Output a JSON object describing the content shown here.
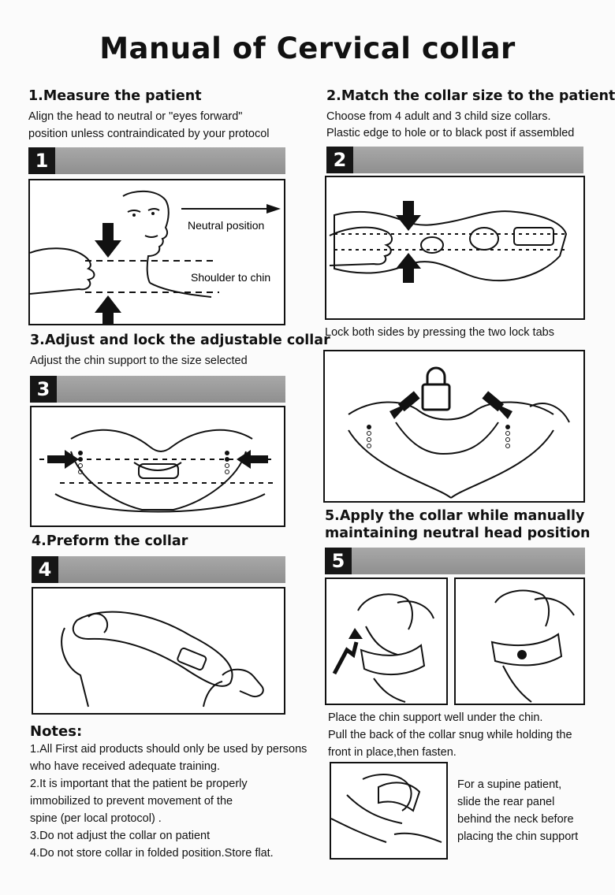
{
  "title": "Manual of Cervical collar",
  "step1": {
    "heading": "1.Measure the patient",
    "lines": [
      "Align the head to neutral or \"eyes forward\"",
      "position unless contraindicated by your protocol"
    ],
    "number": "1",
    "labels": {
      "neutral": "Neutral position",
      "shoulder": "Shoulder to chin"
    }
  },
  "step2": {
    "heading": "2.Match the collar size to the patient",
    "lines": [
      "Choose from 4 adult and 3 child size collars.",
      "Plastic edge to hole or to black post if assembled"
    ],
    "number": "2",
    "lock_text": "Lock both sides by pressing the two lock tabs"
  },
  "step3": {
    "heading": "3.Adjust and lock the adjustable collar",
    "lines": [
      "Adjust the chin support to the size selected"
    ],
    "number": "3"
  },
  "step4": {
    "heading": "4.Preform the collar",
    "number": "4"
  },
  "step5": {
    "heading_lines": [
      "5.Apply the collar while manually",
      "maintaining neutral head position"
    ],
    "number": "5",
    "lines": [
      "Place the chin support well under the chin.",
      "Pull the back of the collar snug while holding the",
      "front in place,then fasten."
    ],
    "supine_lines": [
      "For a supine patient,",
      "slide the rear panel",
      "behind the neck before",
      "placing the chin support"
    ]
  },
  "notes": {
    "heading": "Notes:",
    "lines": [
      "1.All First aid products should only be used by persons",
      "who have received adequate training.",
      "2.It is important that the patient be properly",
      "immobilized to prevent movement of the",
      "spine (per local protocol) .",
      "3.Do not adjust the collar on patient",
      "4.Do not store collar in folded position.Store flat."
    ]
  }
}
